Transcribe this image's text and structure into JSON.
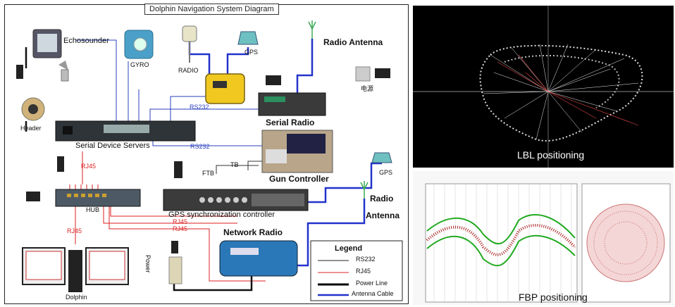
{
  "diagram": {
    "title": "Dolphin Navigation System Diagram",
    "labels": {
      "echosounder": "Echosounder",
      "gyro": "GYRO",
      "radio": "RADIO",
      "gps_top": "GPS",
      "radio_antenna_top": "Radio Antenna",
      "power_cn": "电源",
      "header": "Header",
      "rs232_a": "RS232",
      "serial_radio": "Serial Radio",
      "serial_device_servers": "Serial Device Servers",
      "rs232_b": "RS232",
      "rj45_a": "RJ45",
      "ftb": "FTB",
      "tb": "TB",
      "gun_controller": "Gun Controller",
      "gps_right": "GPS",
      "hub": "HUB",
      "gps_sync": "GPS synchronization controller",
      "radio_antenna_right_1": "Radio",
      "radio_antenna_right_2": "Antenna",
      "rj45_b": "RJ45",
      "rj45_c": "RJ45",
      "rj45_d": "RJ45",
      "network_radio": "Network Radio",
      "power": "Power",
      "dolphin": "Dolphin"
    },
    "legend": {
      "title": "Legend",
      "items": [
        {
          "label": "RS232",
          "color": "#222222"
        },
        {
          "label": "RJ45",
          "color": "#dd2222"
        },
        {
          "label": "Power Line",
          "color": "#000000"
        },
        {
          "label": "Antenna Cable",
          "color": "#2233cc"
        }
      ]
    }
  },
  "lbl_panel": {
    "caption": "LBL positioning"
  },
  "fbp_panel": {
    "caption": "FBP positioning"
  }
}
